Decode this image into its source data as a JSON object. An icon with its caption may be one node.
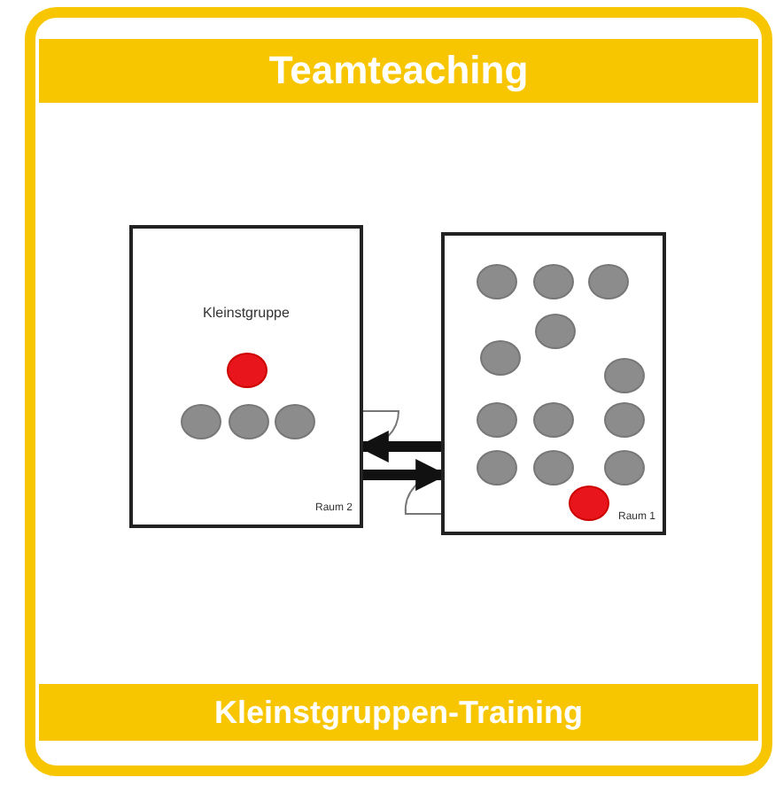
{
  "diagram": {
    "title": "Teamteaching",
    "caption": "Kleinstgruppen-Training",
    "nodes": [
      {
        "text": [
          "Kleinstgruppe",
          "Raum 2"
        ]
      },
      {
        "text": [
          "Raum 1"
        ]
      },
      {
        "text": [],
        "shape": "circle",
        "in": 0
      },
      {
        "text": [],
        "shape": "circle",
        "in": 0
      },
      {
        "text": [],
        "shape": "circle",
        "in": 0
      },
      {
        "text": [],
        "shape": "circle",
        "in": 0
      },
      {
        "text": [],
        "shape": "circle",
        "in": 1
      },
      {
        "text": [],
        "shape": "circle",
        "in": 1
      },
      {
        "text": [],
        "shape": "circle",
        "in": 1
      },
      {
        "text": [],
        "shape": "circle",
        "in": 1
      },
      {
        "text": [],
        "shape": "circle",
        "in": 1
      },
      {
        "text": [],
        "shape": "circle",
        "in": 1
      },
      {
        "text": [],
        "shape": "circle",
        "in": 1
      },
      {
        "text": [],
        "shape": "circle",
        "in": 1
      },
      {
        "text": [],
        "shape": "circle",
        "in": 1
      },
      {
        "text": [],
        "shape": "circle",
        "in": 1
      },
      {
        "text": [],
        "shape": "circle",
        "in": 1
      },
      {
        "text": [],
        "shape": "circle",
        "in": 1
      },
      {
        "text": [],
        "shape": "circle",
        "in": 1
      }
    ],
    "edges": [
      {
        "from": 0,
        "to": 1,
        "arrow": "to"
      },
      {
        "from": 1,
        "to": 0,
        "arrow": "to"
      }
    ]
  }
}
